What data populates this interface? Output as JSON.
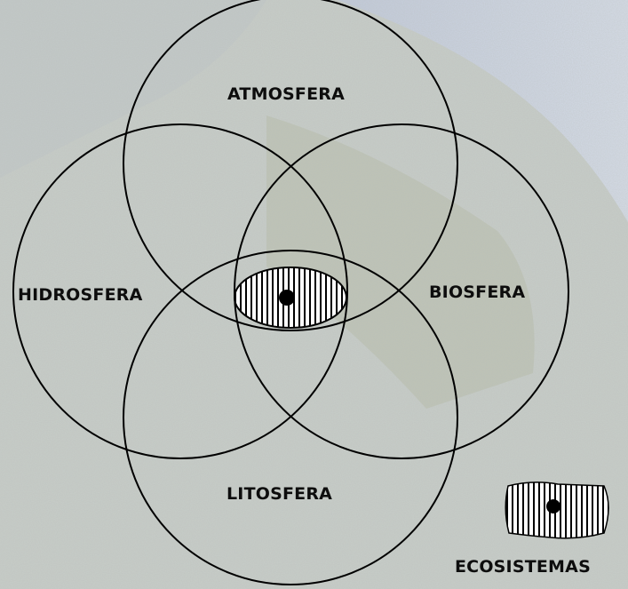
{
  "labels": {
    "atmosfera": "ATMOSFERA",
    "hidrosfera": "HIDROSFERA",
    "biosfera": "BIOSFERA",
    "litosfera": "LITOSFERA",
    "ecosistemas": "ECOSISTEMAS"
  },
  "colors": {
    "outline": "#000000",
    "hatch": "#000000",
    "lens_fill": "#ffffff",
    "sky": "#b7c2d6",
    "land": "#9aa49a"
  }
}
